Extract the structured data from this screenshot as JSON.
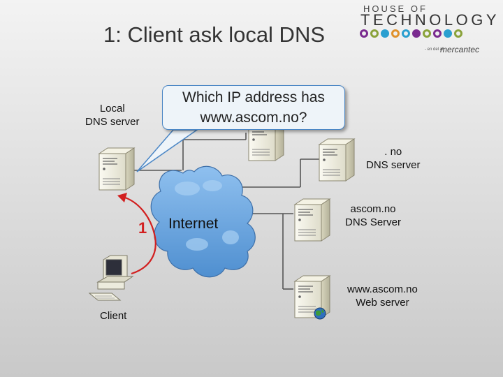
{
  "title": "1: Client ask local DNS",
  "logo": {
    "line1": "HOUSE OF",
    "line2": "TECHNOLOGY",
    "byline": "- en del af",
    "brand": "mercantec",
    "dot_colors": [
      "#7a2b8f",
      "#8aa23a",
      "#2a9fd0",
      "#e0912a",
      "#2a9fd0",
      "#7a2b8f",
      "#8aa23a",
      "#7a2b8f",
      "#2a9fd0",
      "#8aa23a"
    ]
  },
  "callout": {
    "line1": "Which IP address has",
    "line2": "www.ascom.no?"
  },
  "labels": {
    "local_dns_1": "Local",
    "local_dns_2": "DNS server",
    "no_dns_1": ". no",
    "no_dns_2": "DNS server",
    "ascom_dns_1": "ascom.no",
    "ascom_dns_2": "DNS Server",
    "web_1": "www.ascom.no",
    "web_2": "Web server",
    "client": "Client",
    "internet": "Internet",
    "step": "1"
  },
  "colors": {
    "arrow": "#d21f1f",
    "cloud": "#6aa3de",
    "callout_border": "#4a86c5"
  }
}
